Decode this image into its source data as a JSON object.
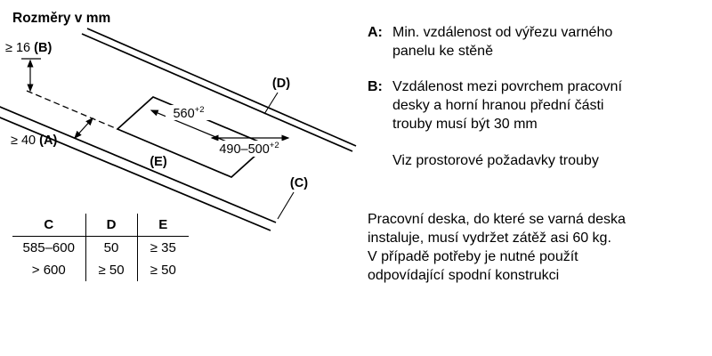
{
  "title": "Rozměry v mm",
  "diagram": {
    "dim_b": {
      "prefix": "≥ 16 ",
      "letter": "(B)"
    },
    "dim_a": {
      "prefix": "≥ 40 ",
      "letter": "(A)"
    },
    "label_d": "(D)",
    "label_c": "(C)",
    "label_e": "(E)",
    "cutout_width": {
      "value": "560",
      "sup": "+2"
    },
    "cutout_depth": {
      "value": "490–500",
      "sup": "+2"
    }
  },
  "table": {
    "headers": [
      "C",
      "D",
      "E"
    ],
    "rows": [
      [
        "585–600",
        "50",
        "≥ 35"
      ],
      [
        "> 600",
        "≥ 50",
        "≥ 50"
      ]
    ]
  },
  "notes": {
    "item_a": {
      "label": "A:",
      "text": "Min. vzdálenost od výřezu varného\npanelu ke stěně"
    },
    "item_b": {
      "label": "B:",
      "text": "Vzdálenost mezi povrchem pracovní\ndesky a horní hranou přední části\ntrouby musí být 30 mm"
    },
    "see_also": "Viz prostorové požadavky trouby",
    "paragraph": "Pracovní deska, do které se varná deska\ninstaluje, musí vydržet zátěž asi 60 kg.\nV případě potřeby je nutné použít\nodpovídající spodní konstrukci"
  }
}
